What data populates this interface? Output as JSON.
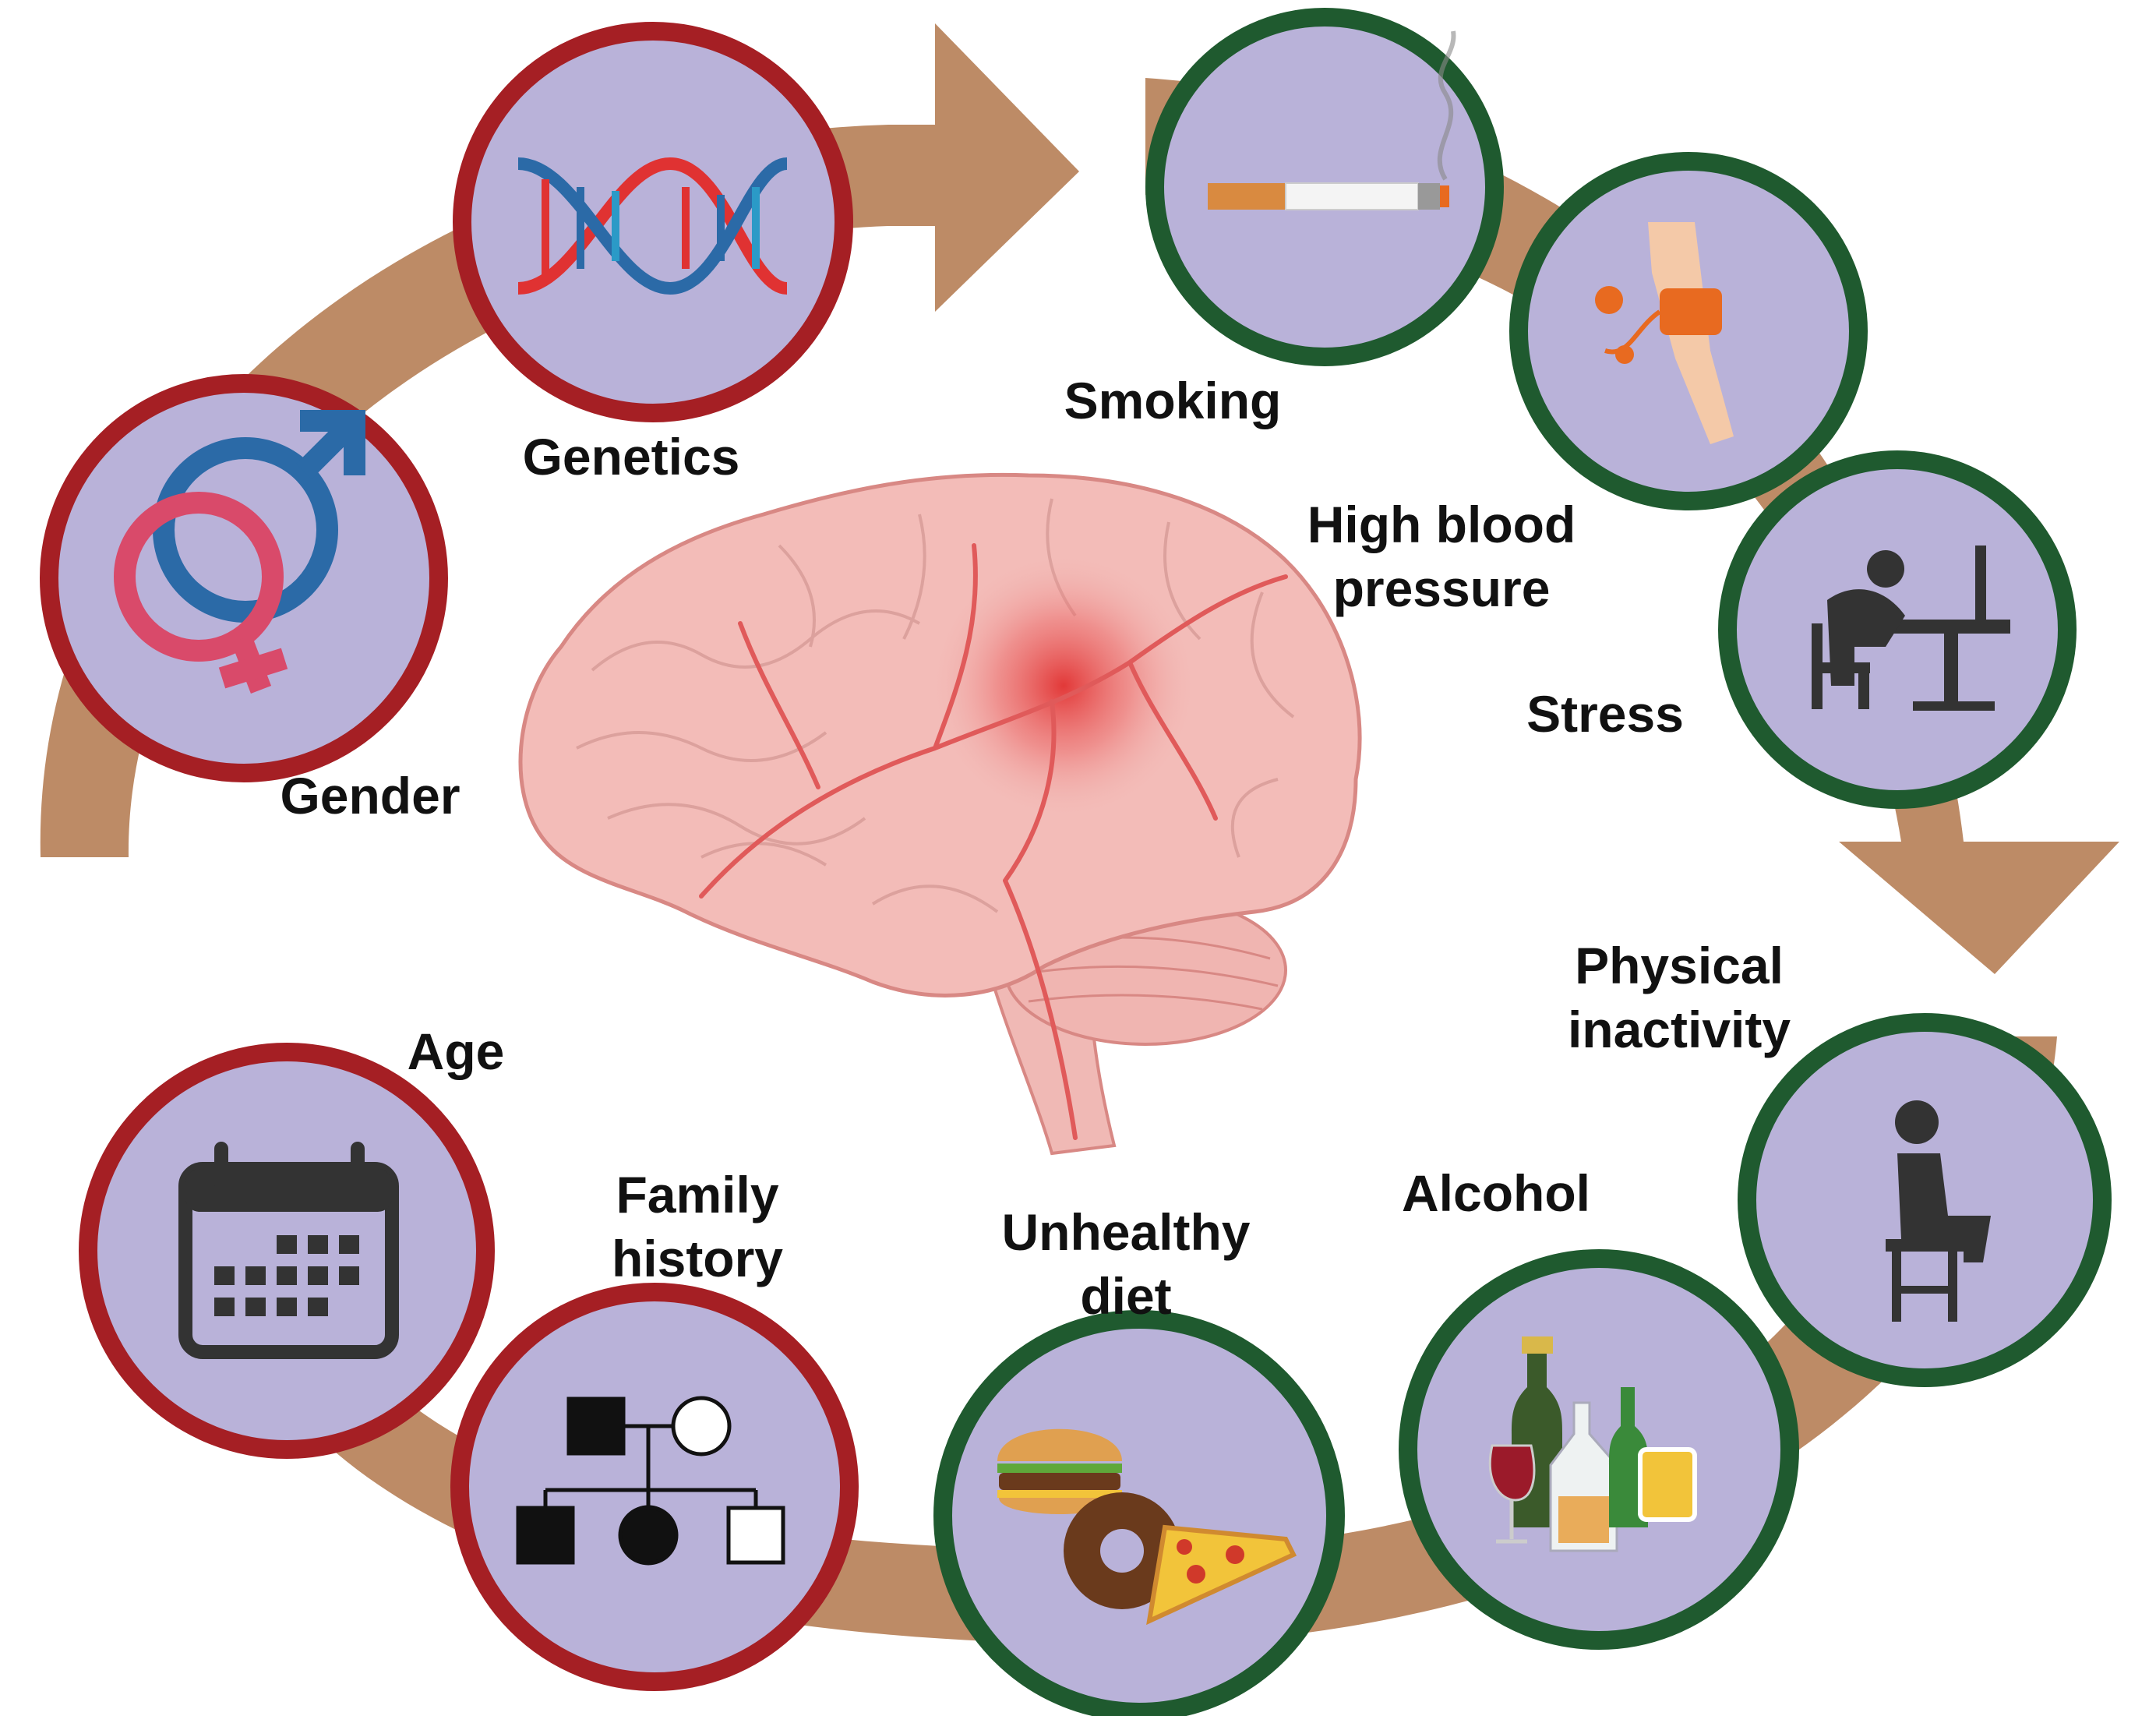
{
  "colors": {
    "arrow": "#bd8b66",
    "circle_fill": "#b9b2d9",
    "non_modifiable_ring": "#a51f24",
    "modifiable_ring": "#1f5a2f",
    "brain": "#f2b6b3",
    "brain_vessel": "#e05a5a"
  },
  "factors": {
    "genetics": {
      "label": "Genetics",
      "icon": "dna-icon",
      "group": "non-modifiable"
    },
    "gender": {
      "label": "Gender",
      "icon": "gender-symbols-icon",
      "group": "non-modifiable"
    },
    "age": {
      "label": "Age",
      "icon": "calendar-icon",
      "group": "non-modifiable"
    },
    "family_history": {
      "line1": "Family",
      "line2": "history",
      "icon": "pedigree-icon",
      "group": "non-modifiable"
    },
    "smoking": {
      "label": "Smoking",
      "icon": "cigarette-icon",
      "group": "modifiable"
    },
    "high_blood_pressure": {
      "line1": "High blood",
      "line2": "pressure",
      "icon": "blood-pressure-cuff-icon",
      "group": "modifiable"
    },
    "stress": {
      "label": "Stress",
      "icon": "stressed-person-icon",
      "group": "modifiable"
    },
    "physical_inactivity": {
      "line1": "Physical",
      "line2": "inactivity",
      "icon": "sitting-person-icon",
      "group": "modifiable"
    },
    "alcohol": {
      "label": "Alcohol",
      "icon": "alcohol-bottles-icon",
      "group": "modifiable"
    },
    "unhealthy_diet": {
      "line1": "Unhealthy",
      "line2": "diet",
      "icon": "fast-food-icon",
      "group": "modifiable"
    }
  },
  "center": {
    "icon": "brain-icon"
  }
}
